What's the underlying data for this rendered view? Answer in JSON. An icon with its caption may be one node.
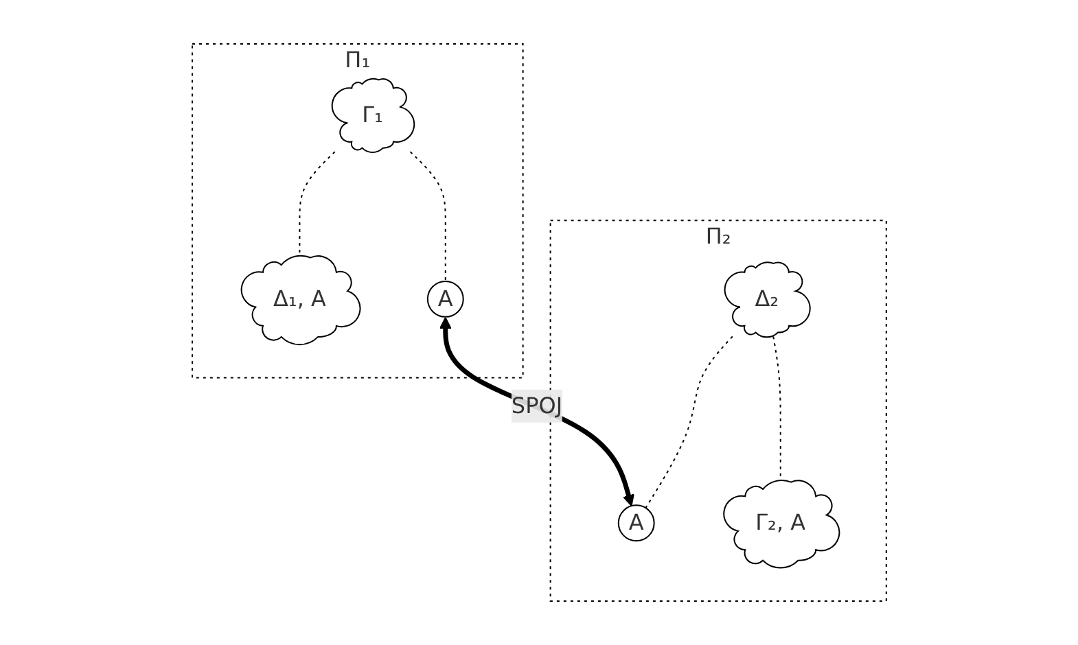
{
  "diagram": {
    "nodes": [
      {
        "text": [
          "Π₁"
        ]
      },
      {
        "text": [
          "Γ₁"
        ],
        "in": 0
      },
      {
        "text": [
          "Δ₁, A"
        ],
        "in": 0
      },
      {
        "text": [
          "A"
        ],
        "in": 0
      },
      {
        "text": [
          "Π₂"
        ]
      },
      {
        "text": [
          "A"
        ],
        "in": 4
      },
      {
        "text": [
          "Γ₂, A"
        ],
        "in": 4
      },
      {
        "text": [
          "Δ₂"
        ],
        "in": 4
      }
    ],
    "edges": [
      {
        "from": 1,
        "to": 2,
        "arrow": "none",
        "style": "dashed"
      },
      {
        "from": 1,
        "to": 3,
        "arrow": "none",
        "style": "dashed"
      },
      {
        "from": 3,
        "to": 5,
        "arrow": "both",
        "label": "SPOJ",
        "style": "thick"
      },
      {
        "from": 7,
        "to": 5,
        "arrow": "none",
        "style": "dashed"
      },
      {
        "from": 7,
        "to": 6,
        "arrow": "none",
        "style": "dashed"
      }
    ]
  }
}
